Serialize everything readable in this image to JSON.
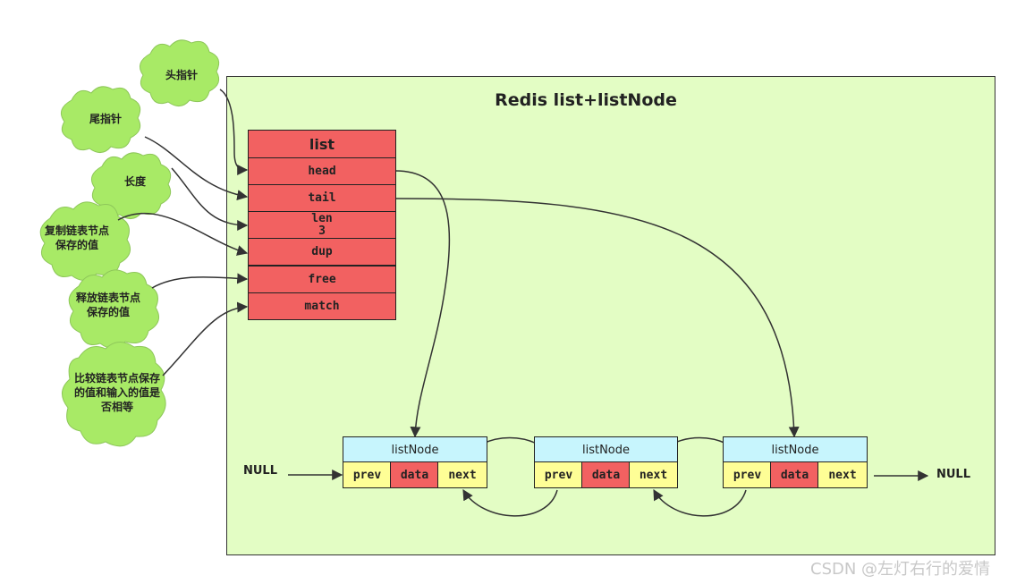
{
  "title": "Redis list+listNode",
  "list_struct": {
    "header": "list",
    "fields": [
      "head",
      "tail",
      "len",
      "dup",
      "free",
      "match"
    ],
    "len_value": "3"
  },
  "bubbles": [
    {
      "id": "head-pointer",
      "text": "头指针"
    },
    {
      "id": "tail-pointer",
      "text": "尾指针"
    },
    {
      "id": "length",
      "text": "长度"
    },
    {
      "id": "dup",
      "text": "复制链表节点保存的值"
    },
    {
      "id": "free",
      "text": "释放链表节点保存的值"
    },
    {
      "id": "match",
      "text": "比较链表节点保存的值和输入的值是否相等"
    }
  ],
  "nodes": [
    {
      "header": "listNode",
      "fields": [
        "prev",
        "data",
        "next"
      ]
    },
    {
      "header": "listNode",
      "fields": [
        "prev",
        "data",
        "next"
      ]
    },
    {
      "header": "listNode",
      "fields": [
        "prev",
        "data",
        "next"
      ]
    }
  ],
  "null_left": "NULL",
  "null_right": "NULL",
  "watermark": "CSDN @左灯右行的爱情",
  "colors": {
    "frame": "#e3fdc4",
    "bubble": "#a8ea66",
    "red": "#f26161",
    "yellow": "#fefe96",
    "cyan": "#c7f5fd"
  }
}
